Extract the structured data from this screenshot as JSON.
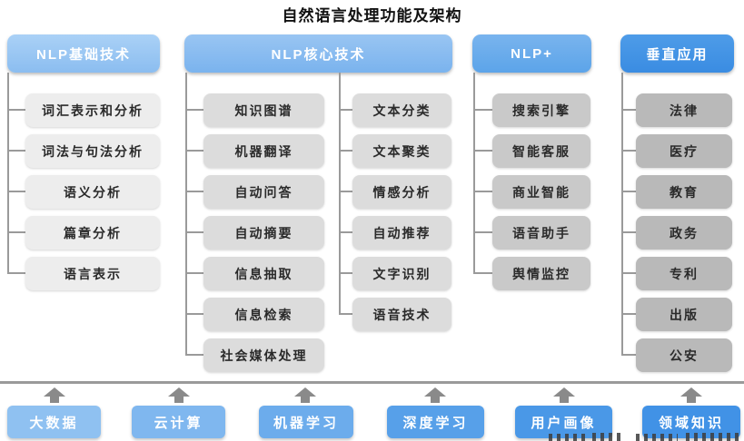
{
  "title": "自然语言处理功能及架构",
  "columns": [
    {
      "header": "NLP基础技术",
      "items": [
        "词汇表示和分析",
        "词法与句法分析",
        "语义分析",
        "篇章分析",
        "语言表示"
      ]
    },
    {
      "header": "NLP核心技术",
      "items_left": [
        "知识图谱",
        "机器翻译",
        "自动问答",
        "自动摘要",
        "信息抽取",
        "信息检索",
        "社会媒体处理"
      ],
      "items_right": [
        "文本分类",
        "文本聚类",
        "情感分析",
        "自动推荐",
        "文字识别",
        "语音技术"
      ]
    },
    {
      "header": "NLP+",
      "items": [
        "搜索引擎",
        "智能客服",
        "商业智能",
        "语音助手",
        "舆情监控"
      ]
    },
    {
      "header": "垂直应用",
      "items": [
        "法律",
        "医疗",
        "教育",
        "政务",
        "专利",
        "出版",
        "公安"
      ]
    }
  ],
  "foundation": {
    "items": [
      "大数据",
      "云计算",
      "机器学习",
      "深度学习",
      "用户画像",
      "领域知识"
    ]
  },
  "colors": {
    "header_blue_light": "#9cc8f4",
    "header_blue_medium": "#85bbef",
    "header_blue_deep": "#6aaceb",
    "header_blue_strong": "#3e8fe5",
    "item_gray_level1": "#ededed",
    "item_gray_level2": "#dcdcdc",
    "item_gray_level3": "#c9c9c9",
    "item_gray_level4": "#b9b9b9",
    "foundation_blues": [
      "#8fc1f1",
      "#7fb7ef",
      "#6cacec",
      "#57a0e9",
      "#4a98e7",
      "#4192e6"
    ],
    "connector_gray": "#9a9a9a",
    "arrow_gray": "#8a8a8a"
  }
}
